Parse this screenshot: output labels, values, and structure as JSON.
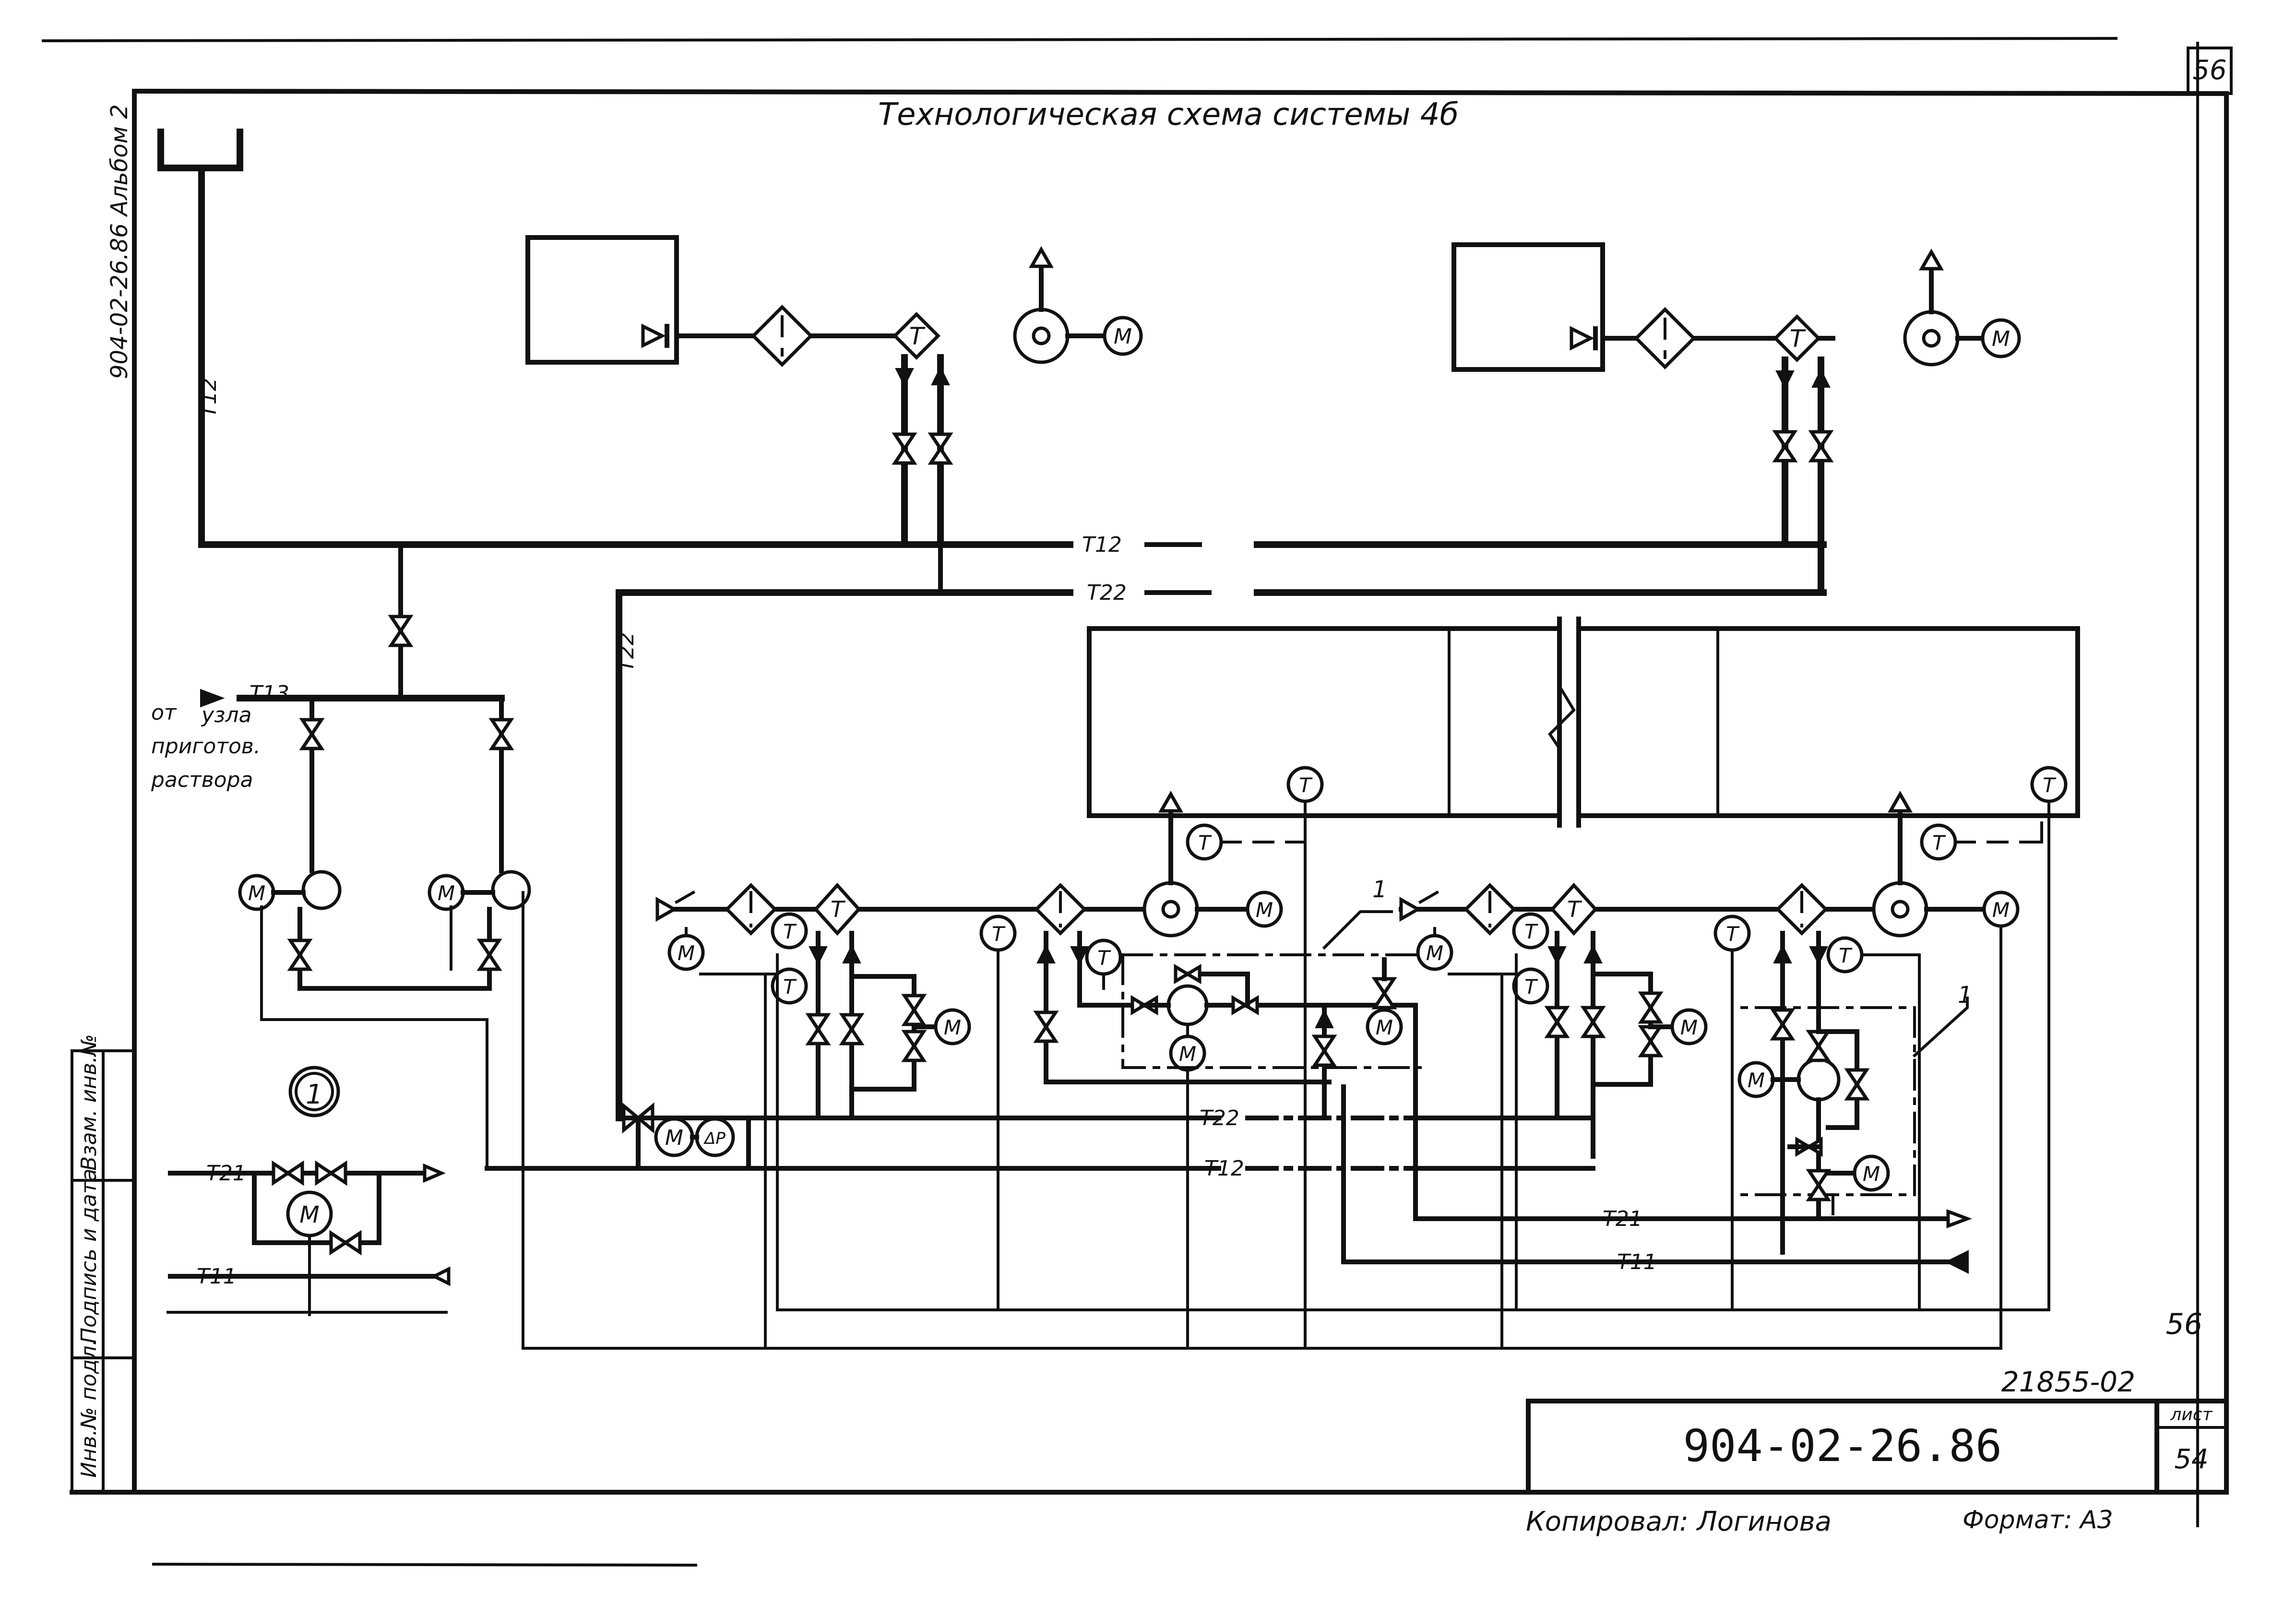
{
  "sheet": {
    "corner_number": "56",
    "side_stamp": "904-02-26.86 Альбом 2",
    "title": "Технологическая   схема   системы 4б",
    "lower_number": "56",
    "order_number": "21855-02",
    "designation": "904-02-26.86",
    "sheet_label": "лист",
    "sheet_number": "54",
    "copied_by": "Копировал: Логинова",
    "format": "Формат: А3"
  },
  "side_table": {
    "rows": [
      "Взам. инв.№",
      "Подпись и дата",
      "Инв.№ подл."
    ]
  },
  "pipes": {
    "t12_left": "Т12",
    "t12_main": "Т12",
    "t22_main": "Т22",
    "t22_vertical": "Т22",
    "t13": "Т13",
    "t22_lower": "Т22",
    "t12_lower": "Т12",
    "t21_lower": "Т21",
    "t11_lower": "Т11",
    "source_note": [
      "от",
      "узла",
      "приготов.",
      "раствора"
    ]
  },
  "detail": {
    "marker": "1",
    "t21": "Т21",
    "t11": "Т11"
  },
  "callouts": {
    "node_1a": "1",
    "node_1b": "1"
  },
  "symbols": {
    "motor": "M",
    "temperature": "T",
    "pressure_diff": "ΔP"
  }
}
